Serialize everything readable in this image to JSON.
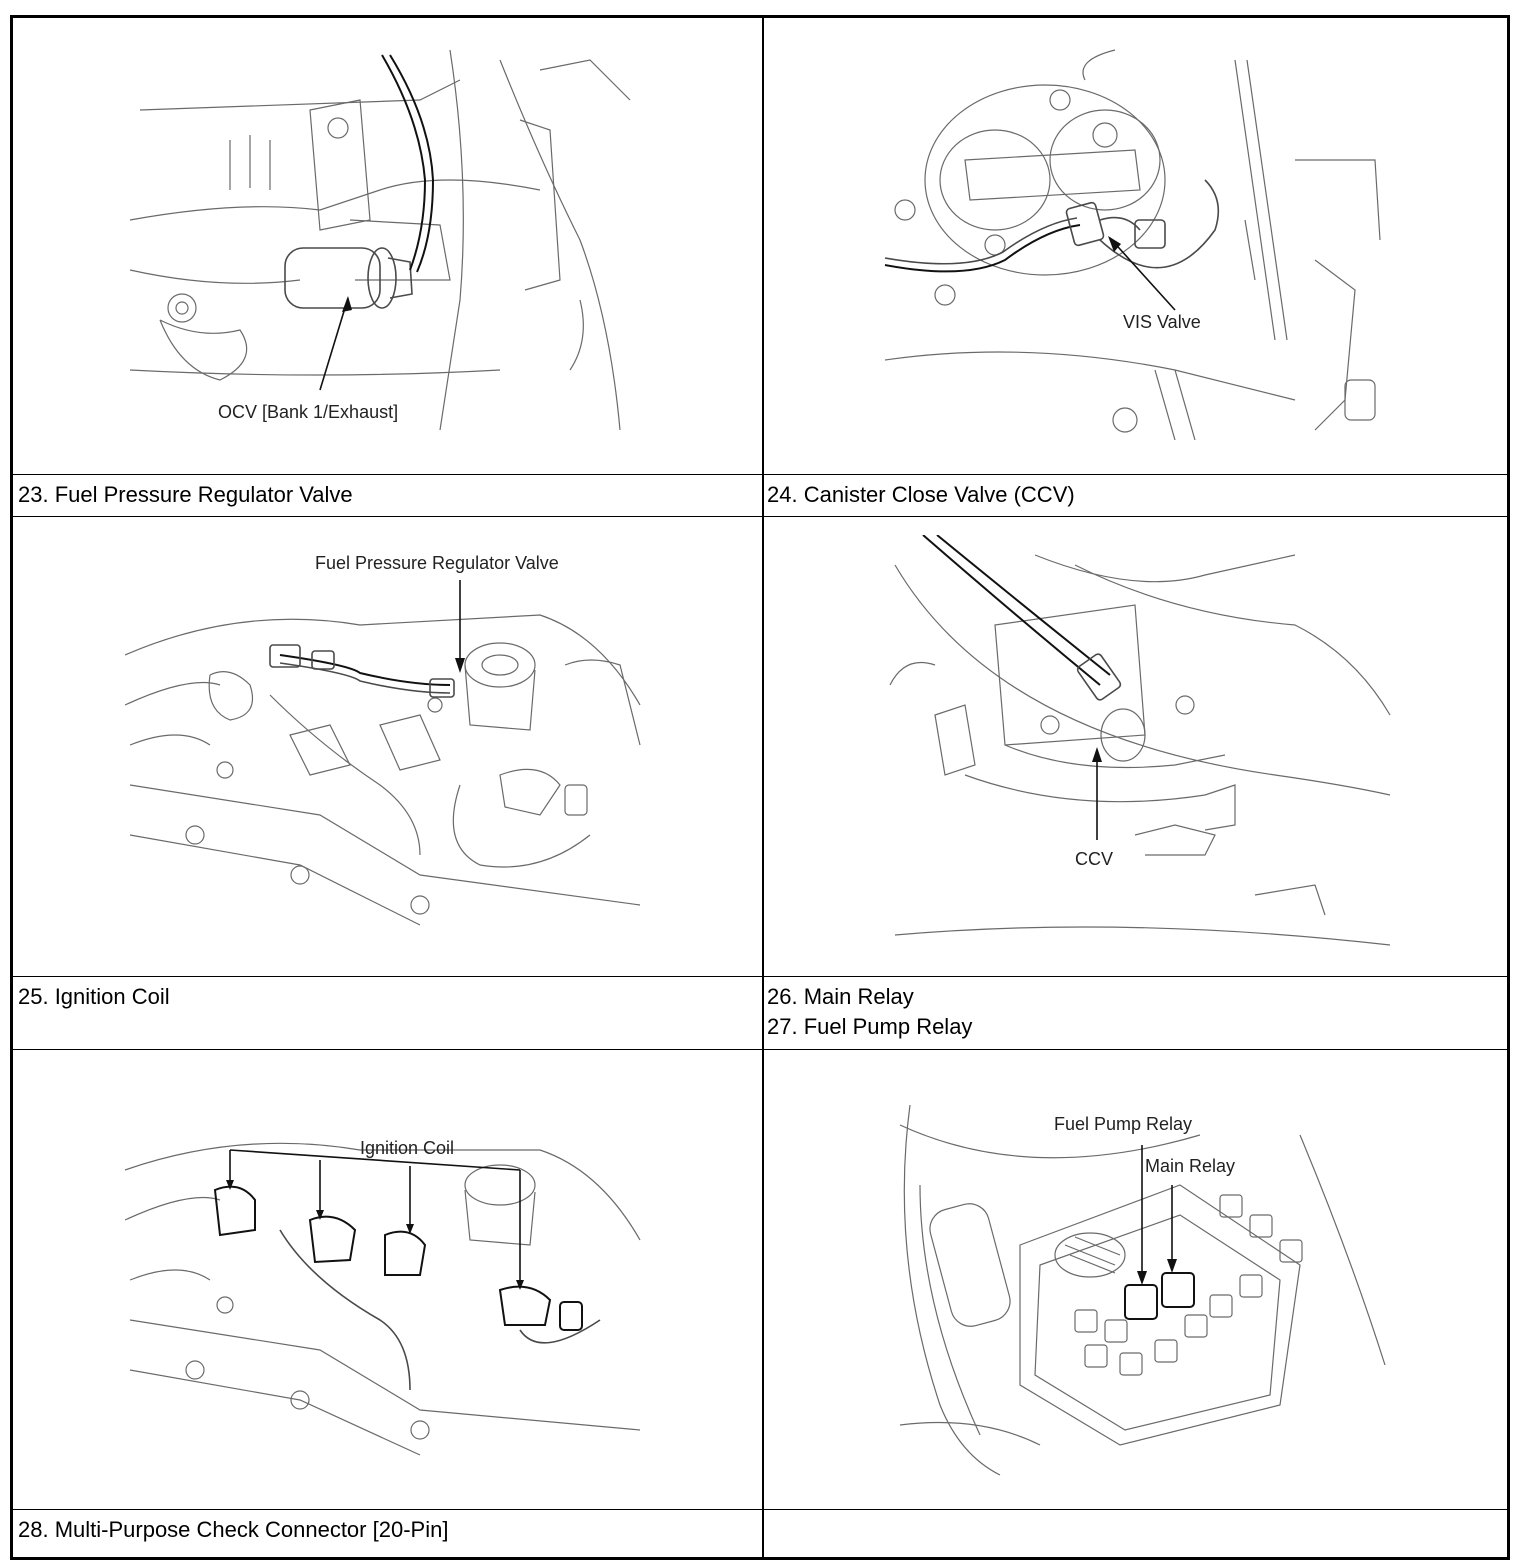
{
  "captions": {
    "row1_left": "23. Fuel Pressure Regulator Valve",
    "row1_right": "24. Canister Close Valve (CCV)",
    "row2_left": "25. Ignition Coil",
    "row2_right_1": "26. Main Relay",
    "row2_right_2": "27. Fuel Pump Relay",
    "row3_left": "28. Multi-Purpose Check Connector [20-Pin]",
    "row3_right": ""
  },
  "callouts": {
    "ocv": "OCV [Bank 1/Exhaust]",
    "vis": "VIS Valve",
    "fprv": "Fuel Pressure Regulator Valve",
    "ccv": "CCV",
    "ignition_coil": "Ignition Coil",
    "fuel_pump_relay": "Fuel Pump Relay",
    "main_relay": "Main Relay"
  }
}
